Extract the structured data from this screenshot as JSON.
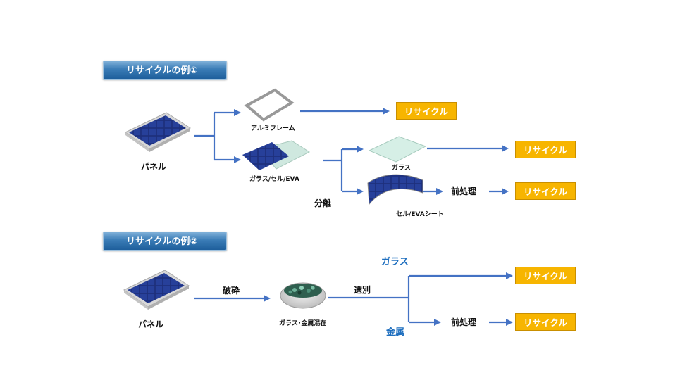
{
  "example1": {
    "header": "リサイクルの例①",
    "panel_label": "パネル",
    "frame_label": "アルミフレーム",
    "laminate_label": "ガラス/セル/EVA",
    "separation_label": "分離",
    "glass_label": "ガラス",
    "cell_label": "セル/EVAシート",
    "pretreat_label": "前処理",
    "recycle_labels": [
      "リサイクル",
      "リサイクル",
      "リサイクル"
    ]
  },
  "example2": {
    "header": "リサイクルの例②",
    "panel_label": "パネル",
    "crush_label": "破砕",
    "mixed_label": "ガラス･金属混在",
    "sort_label": "選別",
    "glass_label": "ガラス",
    "metal_label": "金属",
    "pretreat_label": "前処理",
    "recycle_labels": [
      "リサイクル",
      "リサイクル"
    ]
  },
  "colors": {
    "arrow": "#4472c4",
    "recycle_fill": "#f7b500",
    "header_fill": "#2e6ea9",
    "blue_text": "#1f6fbf"
  }
}
